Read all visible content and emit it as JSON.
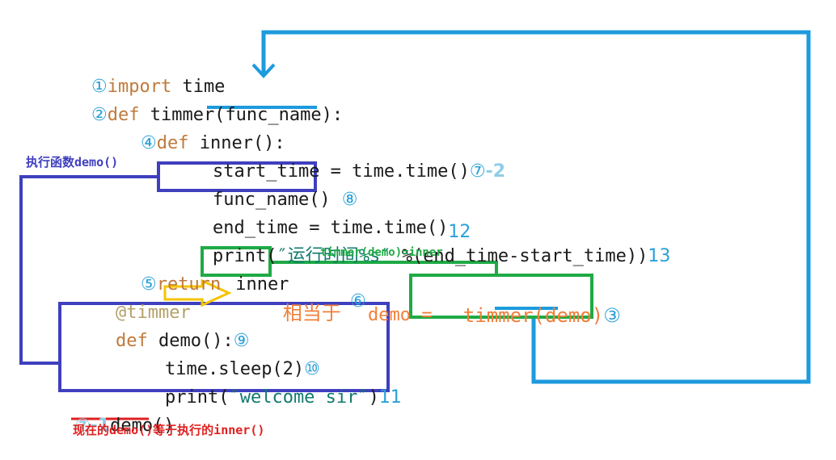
{
  "code": {
    "l1": {
      "mark": "①",
      "kw": "import",
      "rest": " time"
    },
    "l2": {
      "mark": "②",
      "kw": "def",
      "name": " timmer(",
      "param": "func_name",
      "tail": "):"
    },
    "l3": {
      "mark": "④",
      "kw": "def",
      "rest": " inner():"
    },
    "l4": {
      "text": "start_time = time.time()",
      "mark": "⑦",
      "suffix": "-2"
    },
    "l5": {
      "text": "func_name()",
      "mark": "⑧"
    },
    "l6": {
      "text": "end_time = time.time()",
      "num": "12"
    },
    "l7": {
      "pre": "print(",
      "str": "″运行时间%s″",
      "post": " %(end_time-start_time))",
      "num": "13"
    },
    "l8": {
      "mark": "⑤",
      "kw": "return",
      "word": "inner"
    },
    "l9": {
      "dec": "@timmer",
      "equiv": "相当于",
      "mark6": "⑥",
      "demo": "demo",
      "eq": " = ",
      "call": "timmer(demo)",
      "mark3": "③"
    },
    "l10": {
      "kw": "def",
      "rest": " demo():",
      "mark": "⑨"
    },
    "l11": {
      "text": "time.sleep(2)",
      "mark": "⑩"
    },
    "l12": {
      "pre": "print(",
      "str": "″welcome sir″",
      "post": ")",
      "num": "11"
    },
    "l13": {
      "mark": "⑦",
      "prefix": "-1",
      "text": "demo()"
    }
  },
  "notes": {
    "exec_demo": "执行函数demo()",
    "timmer_eq": "timmer(demo)=inner",
    "demo_eq_inner": "现在的demo()等于执行的inner()"
  },
  "colors": {
    "blue_box": "#3f3fbf",
    "green_box": "#1faa45",
    "cyan_line": "#1d9bdd",
    "red_line": "#e02020",
    "yellow_arrow": "#f5c400"
  }
}
